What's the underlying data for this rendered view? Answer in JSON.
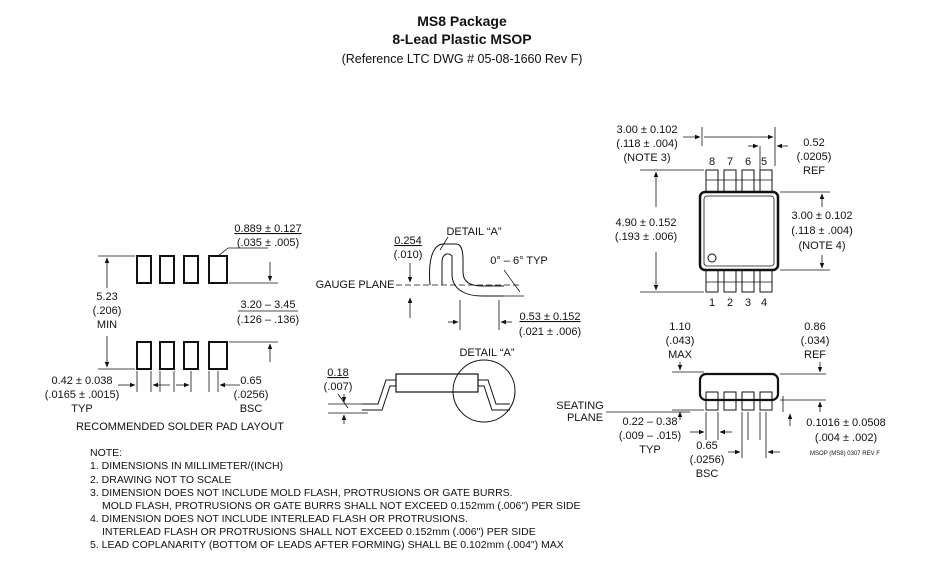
{
  "header": {
    "title": "MS8 Package",
    "subtitle": "8-Lead Plastic MSOP",
    "reference": "(Reference LTC DWG # 05-08-1660 Rev F)"
  },
  "solder_pad_layout": {
    "pad_width_mm": "0.889 ± 0.127",
    "pad_width_in": "(.035 ± .005)",
    "height_mm": "5.23",
    "height_in": "(.206)",
    "height_note": "MIN",
    "span_mm": "3.20 – 3.45",
    "span_in": "(.126 – .136)",
    "pad_spacing_mm": "0.42 ± 0.038",
    "pad_spacing_in": "(.0165 ± .0015)",
    "pad_spacing_note": "TYP",
    "pitch_mm": "0.65",
    "pitch_in": "(.0256)",
    "pitch_note": "BSC",
    "caption": "RECOMMENDED SOLDER PAD LAYOUT"
  },
  "gauge_detail": {
    "detail_label": "DETAIL “A”",
    "height_mm": "0.254",
    "height_in": "(.010)",
    "angle": "0° – 6° TYP",
    "gauge_plane": "GAUGE PLANE",
    "foot_mm": "0.53 ± 0.152",
    "foot_in": "(.021 ± .006)"
  },
  "lead_detail": {
    "thickness_mm": "0.18",
    "thickness_in": "(.007)",
    "detail_label": "DETAIL “A”"
  },
  "top_view": {
    "width_mm": "3.00 ± 0.102",
    "width_in": "(.118 ± .004)",
    "width_note": "(NOTE 3)",
    "ref_mm": "0.52",
    "ref_in": "(.0205)",
    "ref_note": "REF",
    "pins_top": [
      "8",
      "7",
      "6",
      "5"
    ],
    "pins_bottom": [
      "1",
      "2",
      "3",
      "4"
    ],
    "length_mm": "4.90 ± 0.152",
    "length_in": "(.193 ± .006)",
    "body_mm": "3.00 ± 0.102",
    "body_in": "(.118 ± .004)",
    "body_note": "(NOTE 4)"
  },
  "side_view": {
    "height_mm": "1.10",
    "height_in": "(.043)",
    "height_note": "MAX",
    "body_mm": "0.86",
    "body_in": "(.034)",
    "body_note": "REF",
    "seating_line1": "SEATING",
    "seating_line2": "PLANE",
    "lead_width_mm": "0.22 – 0.38",
    "lead_width_in": "(.009 – .015)",
    "lead_width_note": "TYP",
    "pitch_mm": "0.65",
    "pitch_in": "(.0256)",
    "pitch_note": "BSC",
    "standoff_mm": "0.1016 ± 0.0508",
    "standoff_in": "(.004 ± .002)",
    "drawing_id": "MSOP (MS8) 0307 REV F"
  },
  "notes": {
    "heading": "NOTE:",
    "items": [
      "1. DIMENSIONS IN MILLIMETER/(INCH)",
      "2. DRAWING NOT TO SCALE",
      "3. DIMENSION DOES NOT INCLUDE MOLD FLASH, PROTRUSIONS OR GATE BURRS.",
      "MOLD FLASH, PROTRUSIONS OR GATE BURRS SHALL NOT EXCEED 0.152mm (.006\") PER SIDE",
      "4. DIMENSION DOES NOT INCLUDE INTERLEAD FLASH OR PROTRUSIONS.",
      "INTERLEAD FLASH OR PROTRUSIONS SHALL NOT EXCEED 0.152mm (.006\") PER SIDE",
      "5. LEAD COPLANARITY (BOTTOM OF LEADS AFTER FORMING) SHALL BE 0.102mm (.004\") MAX"
    ]
  }
}
